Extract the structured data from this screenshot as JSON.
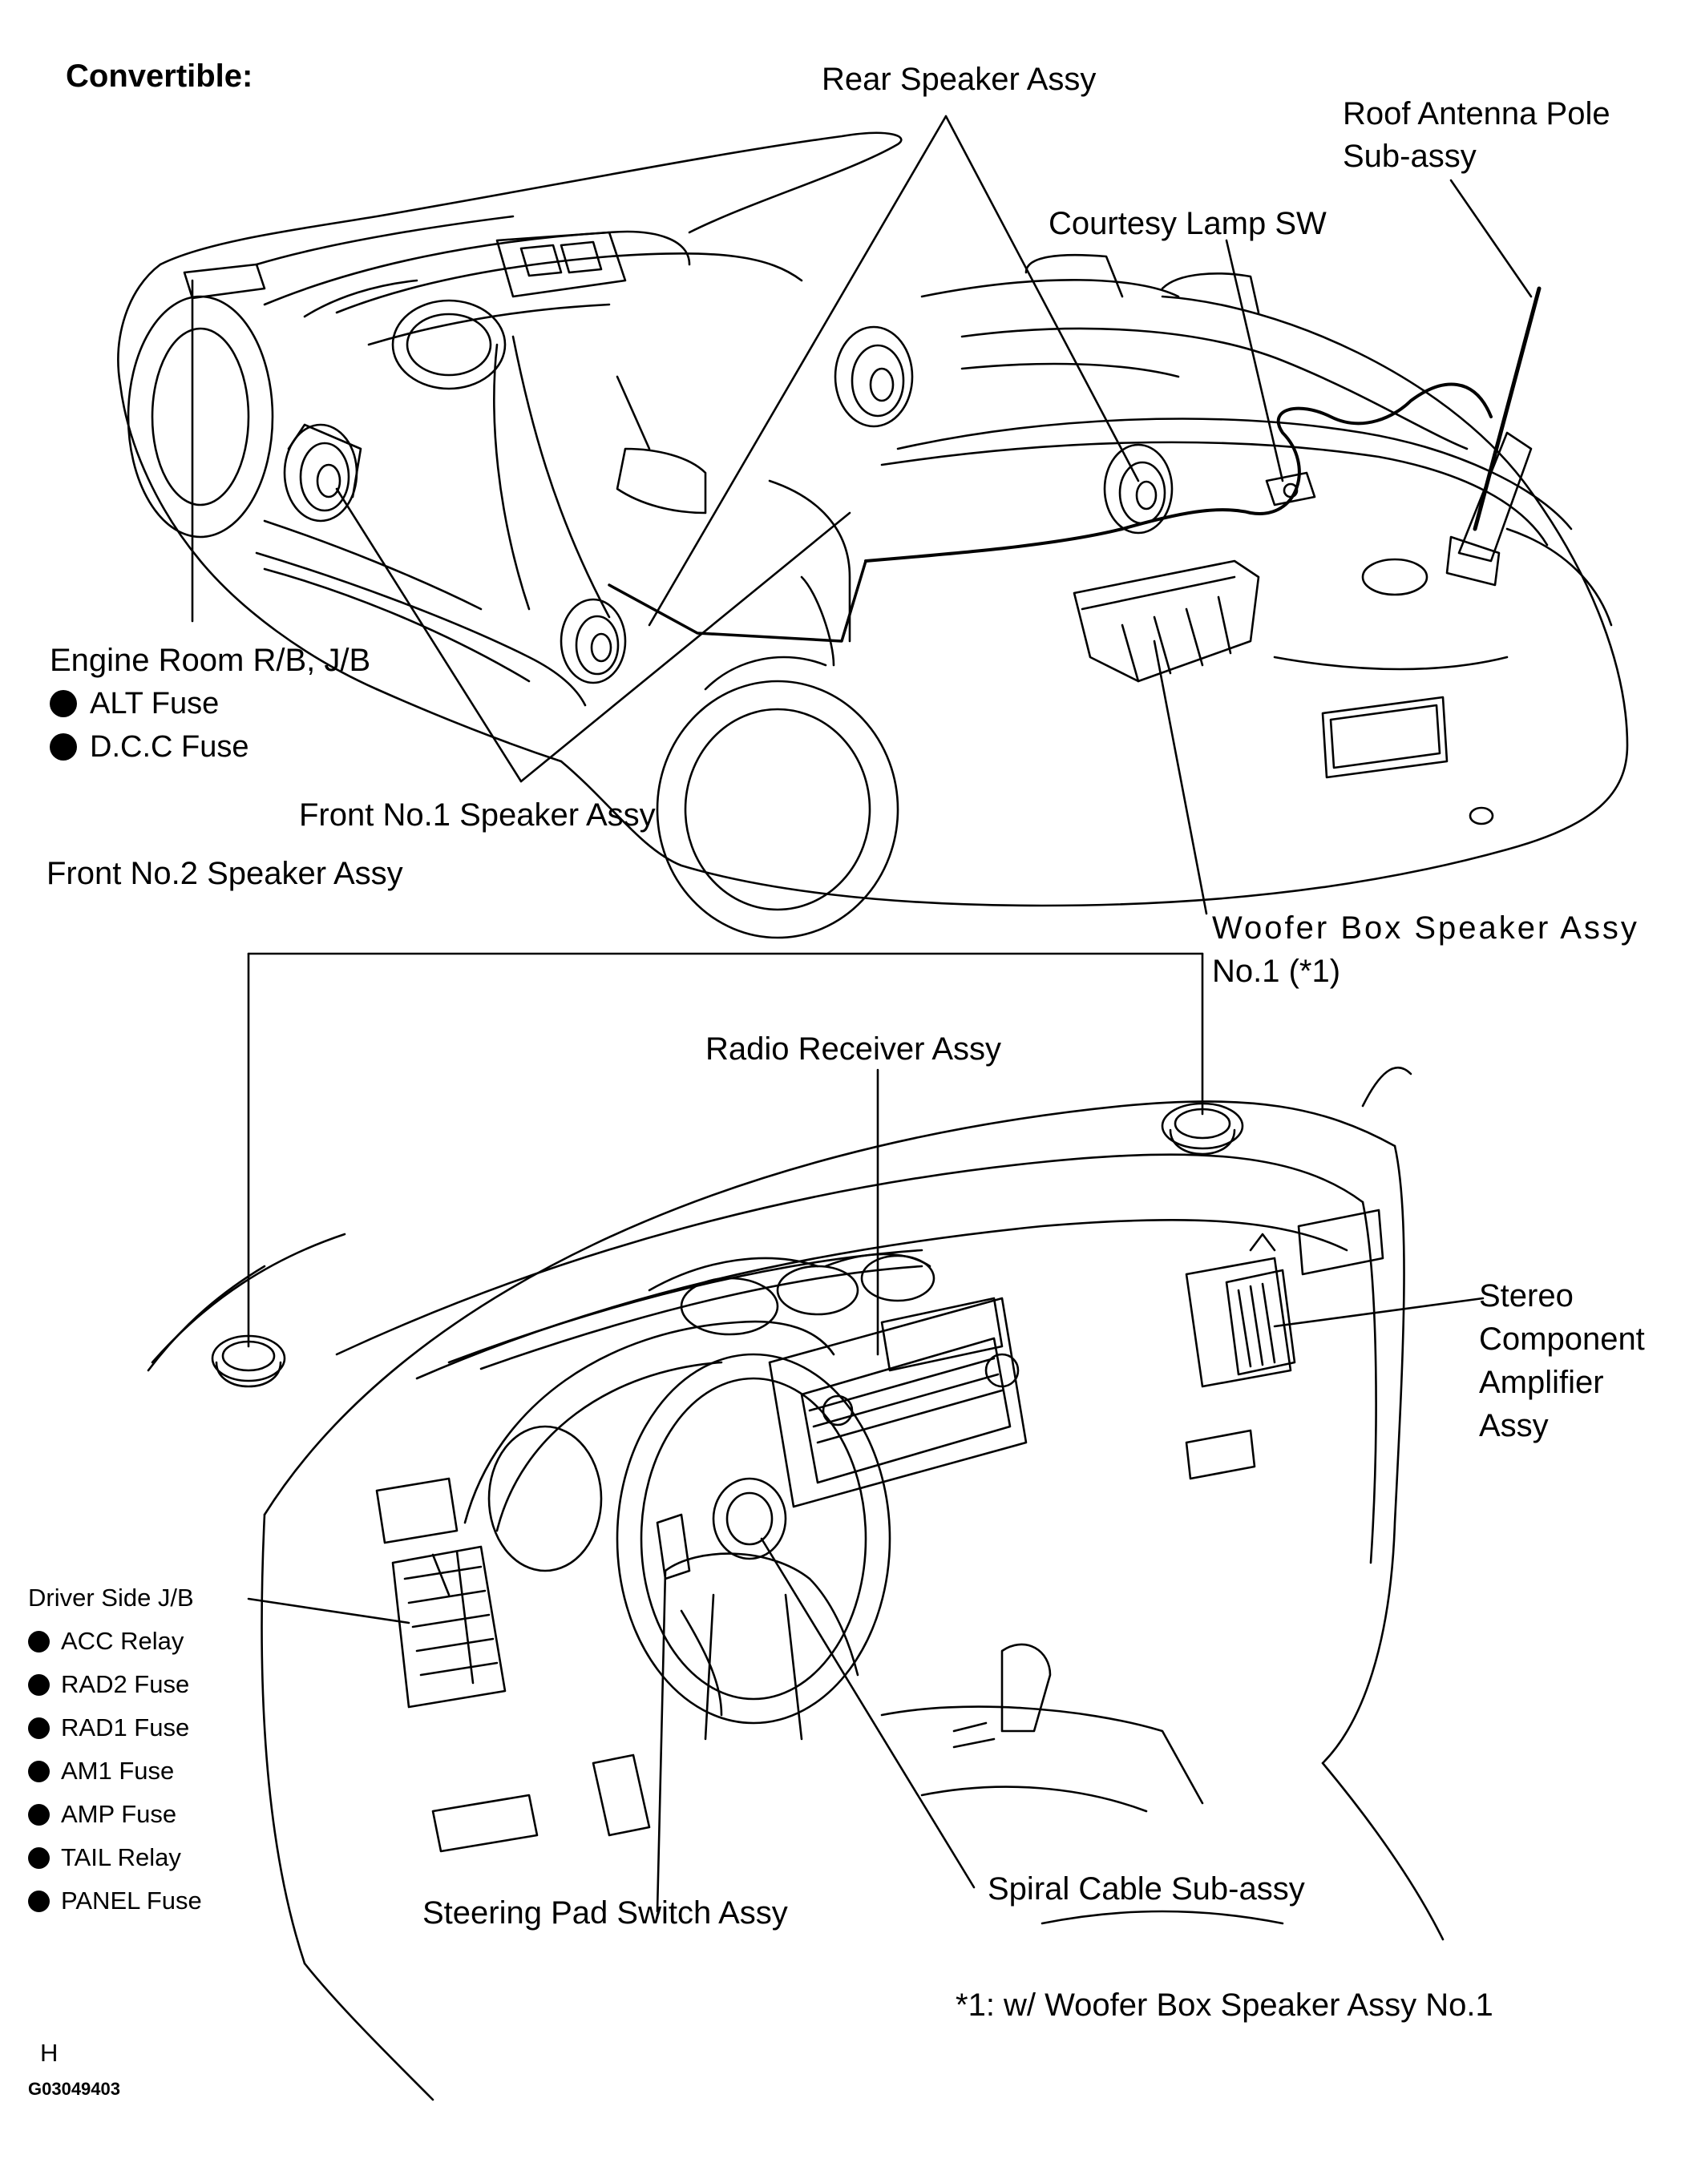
{
  "heading": "Convertible:",
  "labels": {
    "rear_speaker": "Rear Speaker Assy",
    "roof_antenna_1": "Roof Antenna Pole",
    "roof_antenna_2": "Sub-assy",
    "courtesy_lamp": "Courtesy Lamp SW",
    "engine_room": "Engine Room R/B, J/B",
    "front_no1": "Front No.1 Speaker Assy",
    "front_no2": "Front No.2 Speaker Assy",
    "woofer_1": "Woofer Box Speaker Assy",
    "woofer_2": "No.1 (*1)",
    "radio_receiver": "Radio Receiver Assy",
    "stereo_1": "Stereo",
    "stereo_2": "Component",
    "stereo_3": "Amplifier",
    "stereo_4": "Assy",
    "driver_jb": "Driver Side J/B",
    "steering_pad": "Steering Pad Switch Assy",
    "spiral_cable": "Spiral Cable Sub-assy"
  },
  "engine_room_items": [
    "ALT Fuse",
    "D.C.C Fuse"
  ],
  "driver_jb_items": [
    "ACC Relay",
    "RAD2 Fuse",
    "RAD1 Fuse",
    "AM1 Fuse",
    "AMP Fuse",
    "TAIL Relay",
    "PANEL Fuse"
  ],
  "footnote": "*1: w/ Woofer Box Speaker Assy No.1",
  "corner_mark": "H",
  "figure_code": "G03049403"
}
